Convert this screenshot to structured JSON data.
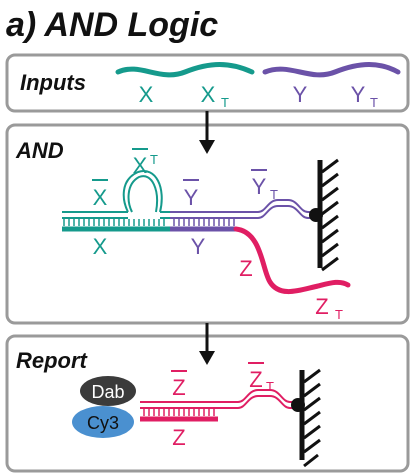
{
  "title": "a) AND Logic",
  "colors": {
    "x": "#159a8c",
    "y": "#6b52a8",
    "z": "#e01e63",
    "black": "#111111",
    "panel_border": "#9a9a9a",
    "dab_fill": "#3b3b3b",
    "cy3_fill": "#4a90d0"
  },
  "inputs": {
    "label": "Inputs",
    "x_label": "X",
    "xt_label": "X",
    "xt_sub": "T",
    "y_label": "Y",
    "yt_label": "Y",
    "yt_sub": "T"
  },
  "and_panel": {
    "label": "AND",
    "xbar": "X",
    "xtbar": "X",
    "xtbar_sub": "T",
    "ybar": "Y",
    "ytbar": "Y",
    "ytbar_sub": "T",
    "x": "X",
    "y": "Y",
    "z": "Z",
    "zt": "Z",
    "zt_sub": "T"
  },
  "report_panel": {
    "label": "Report",
    "dab": "Dab",
    "cy3": "Cy3",
    "zbar": "Z",
    "ztbar": "Z",
    "ztbar_sub": "T",
    "z": "Z"
  },
  "icons": [
    "arrow-down-icon",
    "surface-hatch-icon"
  ]
}
